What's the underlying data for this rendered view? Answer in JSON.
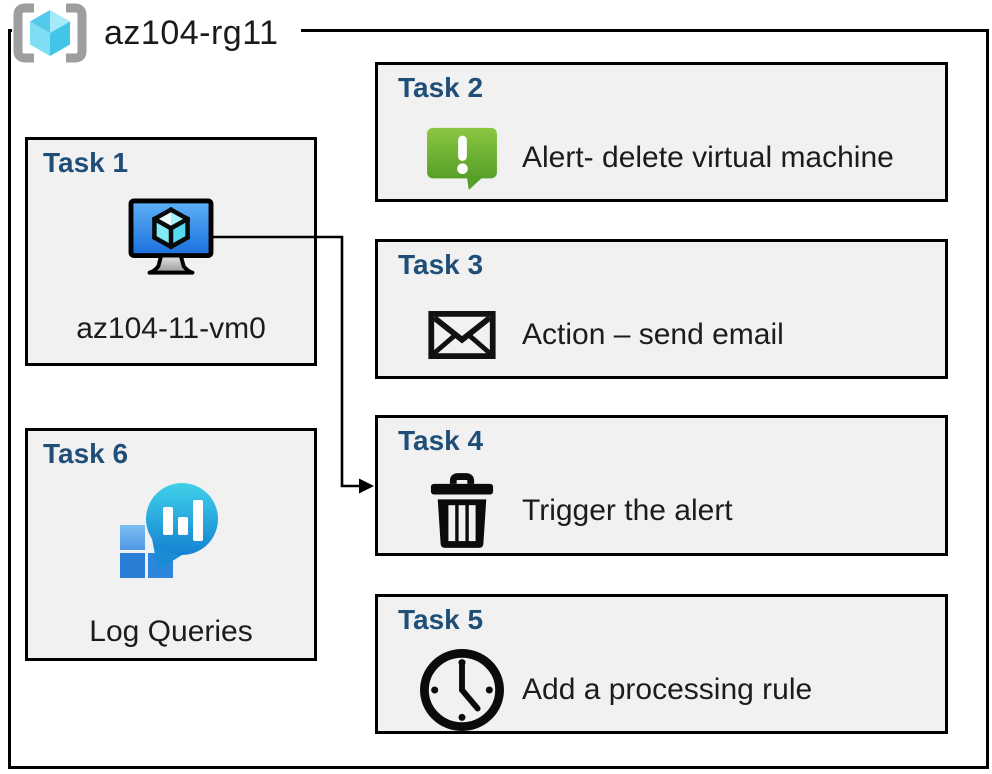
{
  "diagram": {
    "resource_group": {
      "title": "az104-rg11",
      "icon": "resource-group-icon"
    },
    "tasks": [
      {
        "id": "task1",
        "heading": "Task 1",
        "label": "az104-11-vm0",
        "icon": "virtual-machine-icon"
      },
      {
        "id": "task2",
        "heading": "Task 2",
        "label": "Alert- delete virtual machine",
        "icon": "alert-icon"
      },
      {
        "id": "task3",
        "heading": "Task 3",
        "label": "Action – send email",
        "icon": "email-icon"
      },
      {
        "id": "task4",
        "heading": "Task 4",
        "label": "Trigger the alert",
        "icon": "trash-icon"
      },
      {
        "id": "task5",
        "heading": "Task 5",
        "label": "Add a processing rule",
        "icon": "clock-icon"
      },
      {
        "id": "task6",
        "heading": "Task 6",
        "label": "Log Queries",
        "icon": "log-queries-icon"
      }
    ],
    "connector": {
      "from": "task1-virtual-machine",
      "to": "task4"
    },
    "colors": {
      "heading_blue": "#1F4E79",
      "box_fill": "#F1F1F1",
      "border": "#000000",
      "alert_green": "#6CB33F",
      "vm_screen_blue": "#2F8DEB",
      "log_cyan": "#29B6E0",
      "bracket_gray": "#9E9E9E"
    }
  }
}
